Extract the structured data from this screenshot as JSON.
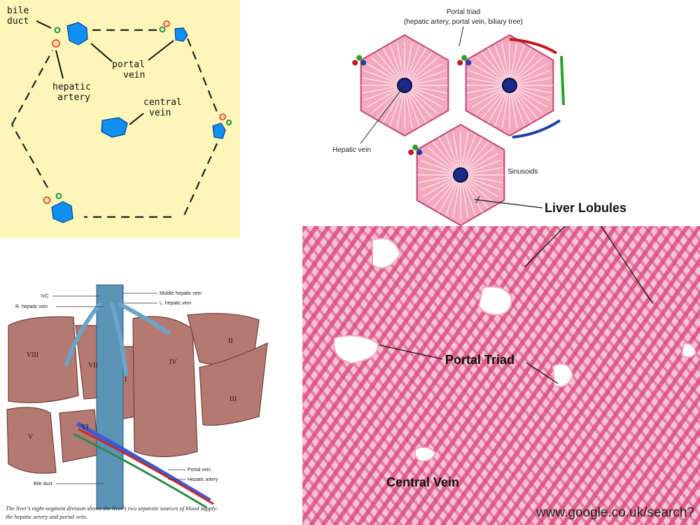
{
  "schematic": {
    "bile_duct_line1": "bile",
    "bile_duct_line2": "duct",
    "hepatic_artery_line1": "hepatic",
    "hepatic_artery_line2": "artery",
    "portal_vein_line1": "portal",
    "portal_vein_line2": "vein",
    "central_vein_line1": "central",
    "central_vein_line2": "vein"
  },
  "lobules": {
    "portal_triad_title": "Portal triad",
    "portal_triad_subtitle": "(hepatic artery, portal vein, biliary tree)",
    "hepatic_vein": "Hepatic vein",
    "sinusoids": "Sinusoids"
  },
  "segments": {
    "ivc": "IVC",
    "r_hepatic_vein": "R. hepatic vein",
    "middle_hepatic_vein": "Middle hepatic vein",
    "l_hepatic_vein": "L. hepatic vein",
    "portal_vein": "Portal vein",
    "hepatic_artery": "Hepatic artery",
    "bile_duct": "Bile duct",
    "seg_I": "I",
    "seg_II": "II",
    "seg_III": "III",
    "seg_IV": "IV",
    "seg_V": "V",
    "seg_VI": "VI",
    "seg_VII": "VII",
    "seg_VIII": "VIII",
    "caption_line1": "The liver's eight-segment division shows the liver's two separate sources of blood supply:",
    "caption_line2": "the hepatic artery and portal vein."
  },
  "histology": {
    "liver_lobules": "Liver Lobules",
    "portal_triad": "Portal Triad",
    "central_vein": "Central Vein"
  },
  "source_url": "www.google.co.uk/search?"
}
